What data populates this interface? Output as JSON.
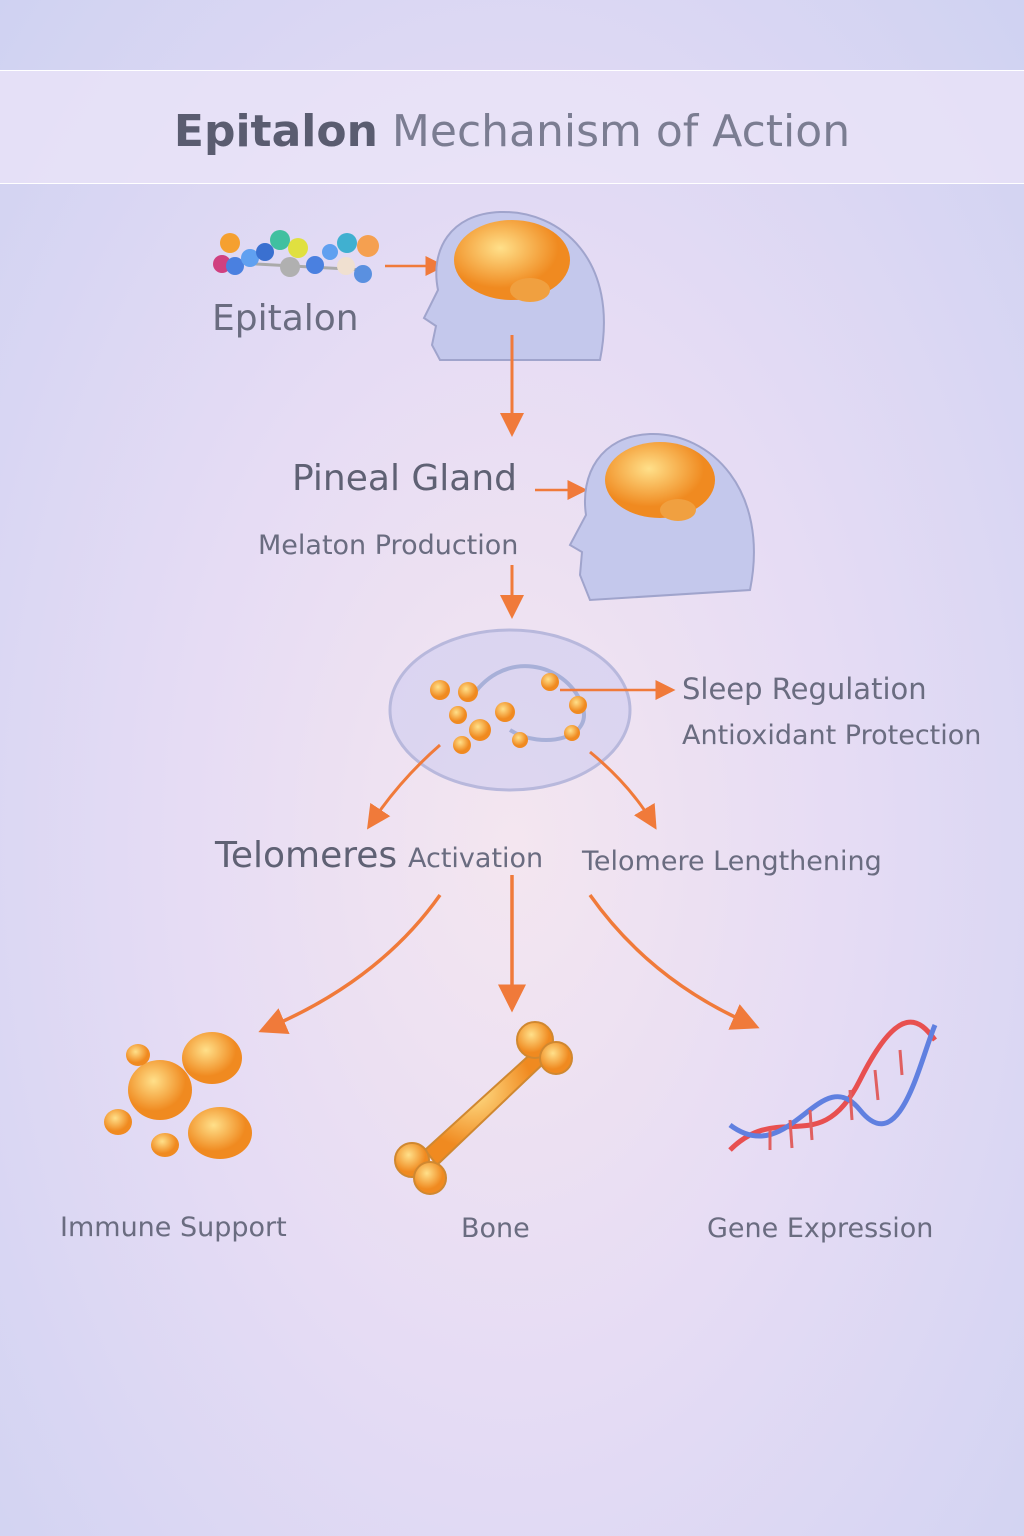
{
  "title": {
    "bold": "Epitalon",
    "rest": "Mechanism of Action"
  },
  "labels": {
    "epitalon": "Epitalon",
    "pineal": "Pineal Gland",
    "melatonin": "Melaton Production",
    "sleep": "Sleep Regulation",
    "antioxidant": "Antioxidant Protection",
    "telomeres": "Telomeres",
    "activation": "Activation",
    "lengthening": "Telomere Lengthening",
    "immune": "Immune Support",
    "bone": "Bone",
    "gene": "Gene Expression"
  },
  "colors": {
    "arrow": "#f07a3a",
    "brain": "#f5a030",
    "text": "#6a6c80"
  }
}
